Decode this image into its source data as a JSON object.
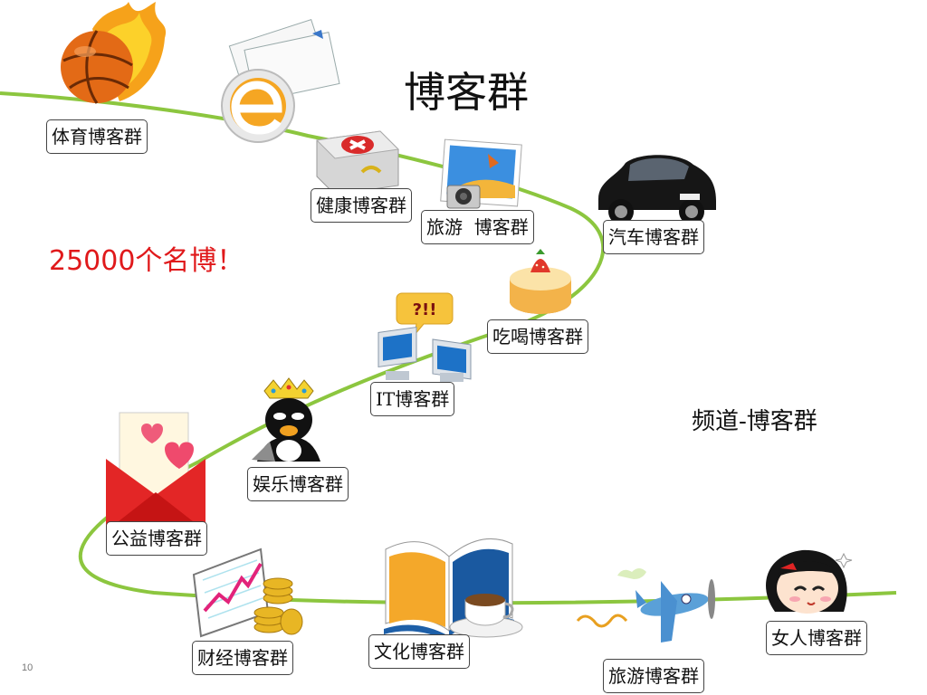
{
  "title": "博客群",
  "highlight": "25000个名博！",
  "channel": "频道-博客群",
  "slide_number": "10",
  "colors": {
    "curve": "#8cc63f",
    "highlight": "#e0191b",
    "label_border": "#444444"
  },
  "groups": [
    {
      "id": "sports",
      "label": "体育博客群",
      "icon": "flaming-basketball-icon"
    },
    {
      "id": "health",
      "label": "健康博客群",
      "icon": "first-aid-kit-icon"
    },
    {
      "id": "travel1",
      "label": "旅游  博客群",
      "icon": "camera-photo-icon"
    },
    {
      "id": "auto",
      "label": "汽车博客群",
      "icon": "car-icon"
    },
    {
      "id": "food",
      "label": "吃喝博客群",
      "icon": "cake-icon"
    },
    {
      "id": "it",
      "label": "IT博客群",
      "icon": "computers-icon"
    },
    {
      "id": "ent",
      "label": "娱乐博客群",
      "icon": "penguin-king-icon"
    },
    {
      "id": "charity",
      "label": "公益博客群",
      "icon": "love-envelope-icon"
    },
    {
      "id": "finance",
      "label": "财经博客群",
      "icon": "finance-chart-icon"
    },
    {
      "id": "culture",
      "label": "文化博客群",
      "icon": "book-coffee-icon"
    },
    {
      "id": "travel2",
      "label": "旅游博客群",
      "icon": "airplane-icon"
    },
    {
      "id": "women",
      "label": "女人博客群",
      "icon": "girl-face-icon"
    }
  ],
  "decor_icons": [
    "ie-email-icon"
  ],
  "speech_bubble": "?!!"
}
